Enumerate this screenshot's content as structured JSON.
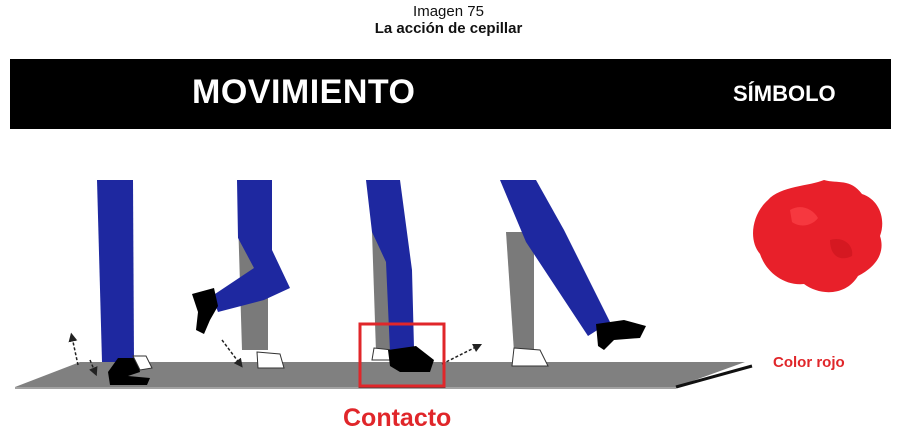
{
  "caption": {
    "number": "Imagen 75",
    "title": "La acción de cepillar"
  },
  "header": {
    "movement_label": "MOVIMIENTO",
    "symbol_label": "SÍMBOLO"
  },
  "labels": {
    "symbol_caption": "Color rojo",
    "contact_caption": "Contacto"
  },
  "colors": {
    "header_bg": "#000000",
    "trousers": "#1e28a0",
    "support_leg": "#7a7a7a",
    "floor": "#808080",
    "accent_red": "#e0262a",
    "symbol_fill": "#e8202a"
  },
  "figures": [
    {
      "id": "step-1",
      "pose": "both-feet-down"
    },
    {
      "id": "step-2",
      "pose": "foot-raised-back"
    },
    {
      "id": "step-3",
      "pose": "foot-brushing-floor",
      "highlighted": true
    },
    {
      "id": "step-4",
      "pose": "foot-raised-forward"
    }
  ]
}
